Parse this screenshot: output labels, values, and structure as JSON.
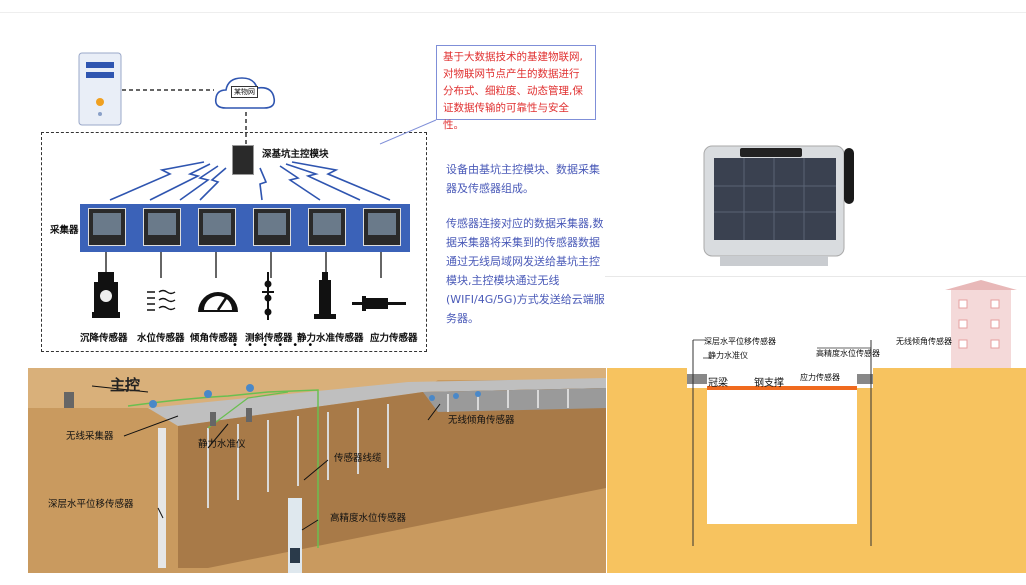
{
  "callout": {
    "text": "基于大数据技术的基建物联网,对物联网节点产生的数据进行分布式、细粒度、动态管理,保证数据传输的可靠性与安全性。"
  },
  "description": {
    "p1": "设备由基坑主控模块、数据采集器及传感器组成。",
    "p2": "传感器连接对应的数据采集器,数据采集器将采集到的传感器数据通过无线局域网发送给基坑主控模块,主控模块通过无线(WIFI/4G/5G)方式发送给云端服务器。"
  },
  "topology": {
    "cloud_label": "某物网",
    "main_module_label": "深基坑主控模块",
    "collector_label": "采集器",
    "sensors": [
      "沉降传感器",
      "水位传感器",
      "倾角传感器",
      "测斜传感器",
      "静力水准传感器",
      "应力传感器"
    ],
    "ellipsis": "• • • • • •"
  },
  "site": {
    "main_control": "主控",
    "wireless_collector": "无线采集器",
    "static_level": "静力水准仪",
    "sensor_cable": "传感器线缆",
    "wireless_tilt": "无线倾角传感器",
    "deep_horizontal": "深层水平位移传感器",
    "water_level_hp": "高精度水位传感器"
  },
  "section": {
    "deep_horizontal": "深层水平位移传感器",
    "static_level": "静力水准仪",
    "water_level_hp": "高精度水位传感器",
    "wireless_tilt": "无线倾角传感器",
    "crown_beam": "冠梁",
    "steel_support": "钢支撑",
    "stress_sensor": "应力传感器"
  },
  "colors": {
    "soil": "#c99a5f",
    "sand": "#f7c35f",
    "blue_bar": "#3b62b8",
    "callout_text": "#e03030",
    "desc_text": "#4a5ab8",
    "orange_beam": "#f06a1e"
  }
}
